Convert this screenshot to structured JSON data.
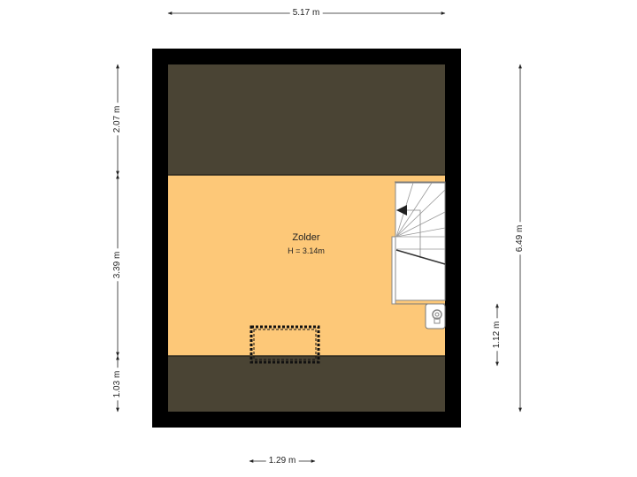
{
  "floorplan": {
    "room": {
      "name": "Zolder",
      "height_label": "H = 3.14m"
    },
    "dimensions": {
      "top_width": "5.17 m",
      "left_top": "2.07 m",
      "left_middle": "3.39 m",
      "left_bottom": "1.03 m",
      "right_total": "6.49 m",
      "right_small": "1.12 m",
      "bottom_window": "1.29 m"
    },
    "colors": {
      "wall": "#000000",
      "low_ceiling_zone": "#4a4434",
      "room_floor": "#fdc878",
      "stairs": "#ffffff",
      "dimension_line": "#222222"
    },
    "icons": {
      "stairs": "staircase-icon",
      "stair_direction": "arrow-left-icon",
      "boiler": "boiler-icon",
      "skylight": "roof-window-icon"
    }
  }
}
